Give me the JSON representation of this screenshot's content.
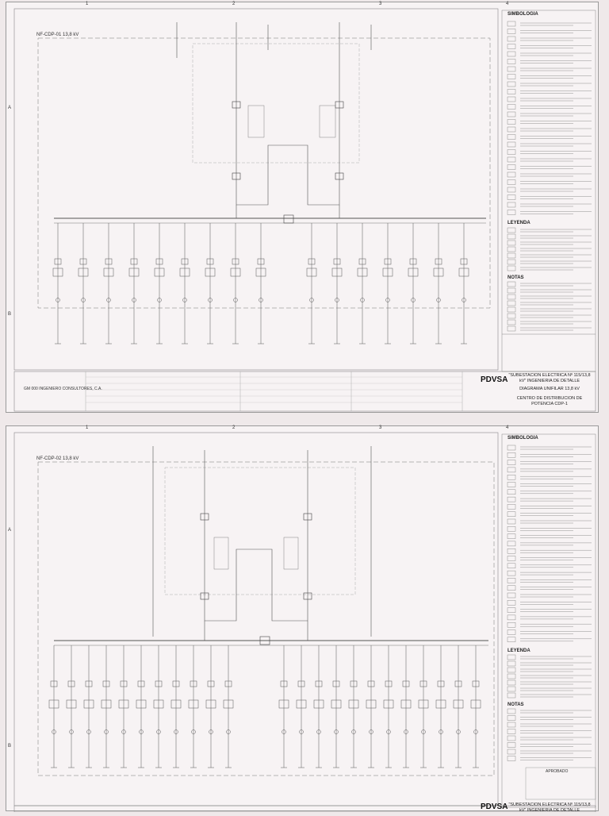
{
  "sheet1": {
    "col_numbers": [
      "1",
      "2",
      "3",
      "4"
    ],
    "row_letters": [
      "A",
      "B"
    ],
    "bus_label": "NF-CDP-01 13,8 kV",
    "symbology_heading": "SIMBOLOGIA",
    "legend_heading": "LEYENDA",
    "notes_heading": "NOTAS",
    "company": "GM 000 INGENIERO CONSULTORES, C.A.",
    "logo": "PDVSA",
    "title_1": "\"SUBESTACION ELECTRICA Nº 115/13,8 kV\" INGENIERIA DE DETALLE",
    "title_2": "DIAGRAMA UNIFILAR 13,8 kV",
    "title_3": "CENTRO DE DISTRIBUCION DE POTENCIA CDP-1"
  },
  "sheet2": {
    "col_numbers": [
      "1",
      "2",
      "3",
      "4"
    ],
    "row_letters": [
      "A",
      "B"
    ],
    "bus_label": "NF-CDP-02 13,8 kV",
    "symbology_heading": "SIMBOLOGIA",
    "legend_heading": "LEYENDA",
    "notes_heading": "NOTAS",
    "approved": "APROBADO",
    "logo": "PDVSA",
    "title_1": "\"SUBESTACION ELECTRICA Nº 115/13,8 kV\" INGENIERIA DE DETALLE"
  },
  "colors": {
    "line": "#555555",
    "paper": "#f7f3f4",
    "border": "#9a9a9a"
  }
}
